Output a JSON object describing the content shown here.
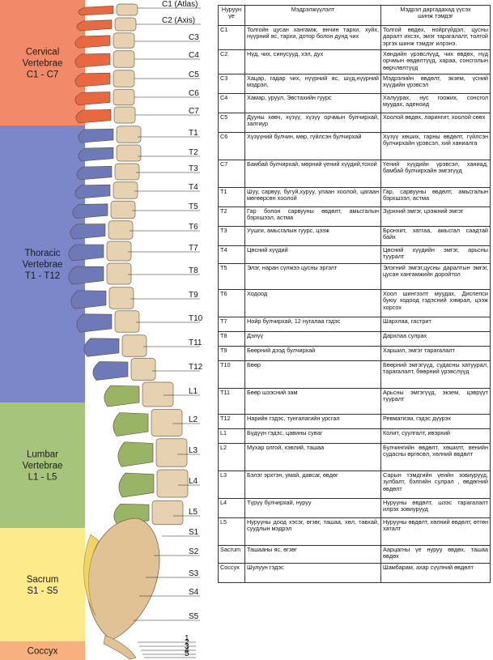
{
  "bands": [
    {
      "name": "Cervical Vertebrae\nC1 - C7",
      "color": "#f28a69"
    },
    {
      "name": "Thoracic Vertebrae\nT1 - T12",
      "color": "#7c87c9"
    },
    {
      "name": "Lumbar Vertebrae\nL1 - L5",
      "color": "#a7c57a"
    },
    {
      "name": "Sacrum\nS1 - S5",
      "color": "#fdeb8b"
    },
    {
      "name": "Coccyx",
      "color": "#f6b17e"
    }
  ],
  "levels": [
    "C1 (Atlas)",
    "C2 (Axis)",
    "C3",
    "C4",
    "C5",
    "C6",
    "C7",
    "T1",
    "T2",
    "T3",
    "T4",
    "T5",
    "T6",
    "T7",
    "T8",
    "T9",
    "T10",
    "T11",
    "T12",
    "L1",
    "L2",
    "L3",
    "L4",
    "L5",
    "S1",
    "S2",
    "S3",
    "S4",
    "S5",
    "1",
    "2",
    "3",
    "4",
    "5"
  ],
  "table": {
    "headers": [
      "Нуруун\nүе",
      "Мэдрэлжүүлэлт",
      "Мэдрэл даргадахад үүсэх\nшинж тэмдэг"
    ],
    "rows": [
      {
        "seg": "C1",
        "innervation": "Толгойн цусан хангамж, өнчин тархи, хуйх, нүүрний яс, тархи, дотор болон дунд чих",
        "symptoms": "Толгой өвдөх, нойргүйдэл, цусны даралт ихсэх, эмэг тарагалалт, толгой эргэх шинж тэмдэг илрэнэ."
      },
      {
        "seg": "C2",
        "innervation": "Нүд, чих, синусууд, хэл, дух",
        "symptoms": "Хөндийн үрэвслүүд, чих өвдөх, нүд орчмын өвдөлтүүд, харaa, сонсголын өөрчлөлтүүд"
      },
      {
        "seg": "C3",
        "innervation": "Хацар, гадар чих, нүүрний яс, шүд,нүүрний мэдрэл,",
        "symptoms": "Мэдрэлийн өвдөлт, экзем, үсний хүүдийн үрэвсэл"
      },
      {
        "seg": "C4",
        "innervation": "Хамар, уруул, Эвстахийн гуурс",
        "symptoms": "Халуурах, нус гоожих, сонсгол муудах, аденоид"
      },
      {
        "seg": "C5",
        "innervation": "Дууны хөвч, хүзүү, хүзүү орчмын булчирхай, залгиур",
        "symptoms": "Хоолой өвдөх, ларингит, хоолой сөөх"
      },
      {
        "seg": "C6",
        "innervation": "Хүзүүний булчин, мөр, гүйлсэн булчирхай",
        "symptoms": "Хүзүү хөших, гарны өвдөлт, гүйлсэн булчирхайн үрэвсэл, хий ханиалга"
      },
      {
        "seg": "C7",
        "innervation": "Бамбай булчирхай, мөрний үений хүүдий,тохой",
        "symptoms": "Үений хүүдийн үрэвсэл, ханиад, бамбай булчирхайн эмгэгүүд"
      },
      {
        "seg": "T1",
        "innervation": "Шуу, сарвуу, бугуй,хуруу, улаан хоолой, цагаан мөгөөрсөн хоолой",
        "symptoms": "Гар, сарвууны өвдөлт, амьсгалын бэрхшээл, астма"
      },
      {
        "seg": "T2",
        "innervation": "Гар болон сарвууны өвдөлт, амьсгалын бэрхшээл, астма",
        "symptoms": "Зүрхний эмгэг, цээжний эмгэг"
      },
      {
        "seg": "T3",
        "innervation": "Уушги, амьсгалын гуурс, цээж",
        "symptoms": "Бронхит, хатгаа, амьсгал саадтай байх"
      },
      {
        "seg": "T4",
        "innervation": "Цөсний хүүдий",
        "symptoms": "Цөсний хүүдийн эмгэг, арьсны тууралт"
      },
      {
        "seg": "T5",
        "innervation": "Элэг, наран сүлжээ цусны эргэлт",
        "symptoms": "Элэгний эмгэг,цусны даралтын эмгэг, цусан хангамжийн доройтол"
      },
      {
        "seg": "T6",
        "innervation": "Ходоод",
        "symptoms": "Хоол шингээлт муудах, Диспепси буюу ходоод гэдэсний хямрал, цээж хорсох"
      },
      {
        "seg": "T7",
        "innervation": "Нойр булчирхай, 12 нугалаа гэдэс",
        "symptoms": "Шархлаа, гастрит"
      },
      {
        "seg": "T8",
        "innervation": "Дэлүү",
        "symptoms": "Дархлаа сулрах"
      },
      {
        "seg": "T9",
        "innervation": "Бөөрний дээд булчирхай",
        "symptoms": "Харшил, эмгэг тарагалалт"
      },
      {
        "seg": "T10",
        "innervation": "Бөөр",
        "symptoms": "Бөөрний эмгэгүүд, судасны хатуурал, тарагалалт, бөөрний үрэвслүүд"
      },
      {
        "seg": "T11",
        "innervation": "Бөөр шээсний зам",
        "symptoms": "Арьсны эмгэгүүд, экзем, цэврүүт тууралт"
      },
      {
        "seg": "T12",
        "innervation": "Нарийн гэдэс, тунгалагийн урсгал",
        "symptoms": "Ревматизм, гэдэс дүүрэх"
      },
      {
        "seg": "L1",
        "innervation": "Бүдүүн гэдэс, цавины сувaг",
        "symptoms": "Колит, суулгалт, ивэрхий"
      },
      {
        "seg": "L2",
        "innervation": "Мухар олгой, хэвлий, ташаа",
        "symptoms": "Булчингийн өвдөлт, хөшилт, венийн судасны өргөсөл, хөлний өвдөлт"
      },
      {
        "seg": "L3",
        "innervation": "Бэлэг эрхтэн, умай, давсаг, өвдөг",
        "symptoms": "Сарын тэмдгийн үеийн зовиурууд, зулбалт, бэлгийн сулрал , өвдөгний өвдөлт"
      },
      {
        "seg": "L4",
        "innervation": "Түрүү булчирхай, нуруу",
        "symptoms": "Нурууны өвдөлт, шээс тарагалалт илрэх зовиурууд"
      },
      {
        "seg": "L5",
        "innervation": "Нурууны доод хэсэг, өгзөг, ташаа, хөл, тавхай, суудлын мэдрэл",
        "symptoms": "Нурууны өвдөлт, хөлний өвдөлт, өтгөн хаталт"
      },
      {
        "seg": "Sacrum",
        "innervation": "Ташааны яс, өгзөг",
        "symptoms": "Аарцагны үе нуруу өвдөх, ташаа өвдөх"
      },
      {
        "seg": "Coccyx",
        "innervation": "Шулуун гэдэс",
        "symptoms": "Шамбарам, ахар сүүлний өвдөлт"
      }
    ]
  }
}
